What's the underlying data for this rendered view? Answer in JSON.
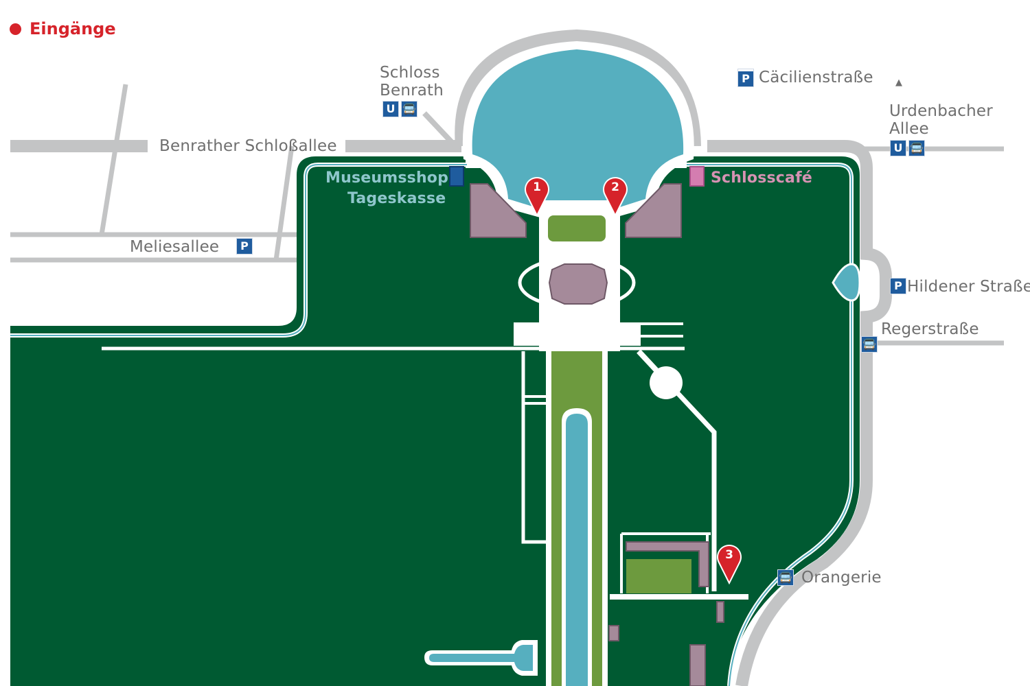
{
  "legend": {
    "label": "Eingänge",
    "color": "#d6232a"
  },
  "colors": {
    "park": "#005a32",
    "water": "#56afbf",
    "road": "#c3c4c5",
    "path": "#ffffff",
    "lawn": "#6d9a3e",
    "building": "#a58a9a",
    "parking_icon": "#1f5c9e",
    "entrance_marker": "#d6232a"
  },
  "stations": {
    "schloss_benrath": {
      "line1": "Schloss",
      "line2": "Benrath",
      "icons": [
        "U",
        "bus-icon"
      ]
    },
    "urdenbacher_allee": {
      "line1": "Urdenbacher",
      "line2": "Allee",
      "icons": [
        "U",
        "bus-icon"
      ]
    },
    "regerstrasse": {
      "label": "Regerstraße",
      "icons": [
        "bus-icon"
      ]
    },
    "orangerie": {
      "label": "Orangerie",
      "icons": [
        "bus-icon"
      ]
    }
  },
  "streets": {
    "benrather_schlossallee": "Benrather Schloßallee",
    "meliesallee": "Meliesallee"
  },
  "parking": {
    "meliesallee": {
      "label": "",
      "icon": "P"
    },
    "caecilienstrasse": {
      "label": "Cäcilienstraße",
      "icon": "P",
      "type": "parking-garage-icon"
    },
    "hildener_strasse": {
      "label": "Hildener Straße",
      "icon": "P"
    }
  },
  "facilities": {
    "museumsshop": "Museumsshop",
    "tageskasse": "Tageskasse",
    "schlosscafe": "Schlosscafé"
  },
  "entrances": [
    {
      "number": "1"
    },
    {
      "number": "2"
    },
    {
      "number": "3"
    }
  ],
  "north_arrow": "▲"
}
